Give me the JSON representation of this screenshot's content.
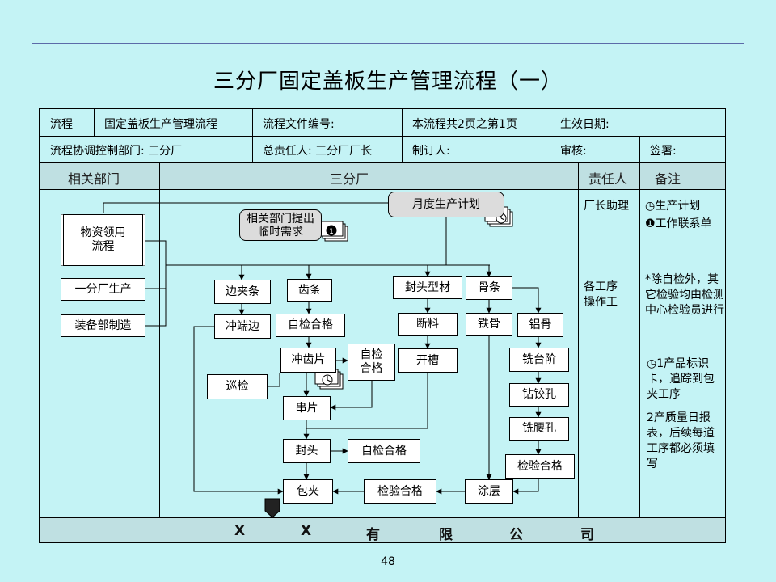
{
  "title": "三分厂固定盖板生产管理流程（一）",
  "header": {
    "r1": [
      "流程",
      "固定盖板生产管理流程",
      "流程文件编号:",
      "本流程共2页之第1页",
      "生效日期:"
    ],
    "r2": [
      "流程协调控制部门: 三分厂",
      "总责任人: 三分厂厂长",
      "制订人:",
      "审核:",
      "签署:"
    ]
  },
  "columns": {
    "dept": "相关部门",
    "factory": "三分厂",
    "owner": "责任人",
    "note": "备注"
  },
  "nodes": {
    "monthly_plan": "月度生产计划",
    "temp_demand": "相关部门提出临时需求",
    "material": "物资领用流程",
    "branch1": "一分厂生产",
    "equip": "装备部制造",
    "side_strip": "边夹条",
    "punch_edge": "冲端边",
    "tooth_strip": "齿条",
    "self_check1": "自检合格",
    "punch_tooth": "冲齿片",
    "self_check2": "自检合格",
    "inspect": "巡检",
    "string_piece": "串片",
    "seal_profile": "封头型材",
    "cut": "断料",
    "groove": "开槽",
    "bone": "骨条",
    "iron_bone": "铁骨",
    "al_bone": "铝骨",
    "mill_step": "铣台阶",
    "drill_hole": "钻铰孔",
    "mill_waist": "铣腰孔",
    "check_ok": "检验合格",
    "seal_head": "封头",
    "self_check3": "自检合格",
    "wrap": "包夹",
    "check_ok2": "检验合格",
    "coating": "涂层"
  },
  "owner": {
    "r1": "厂长助理",
    "r2": "各工序操作工"
  },
  "notes": {
    "n1": "生产计划",
    "n2": "工作联系单",
    "n3": "*除自检外，其它检验均由检测中心检验员进行",
    "n4": "1产品标识卡，追踪到包夹工序",
    "n5": "2产质量日报表，后续每道工序都必须填写"
  },
  "footer": [
    "X",
    "X",
    "有",
    "限",
    "公",
    "司"
  ],
  "page_number": "48"
}
